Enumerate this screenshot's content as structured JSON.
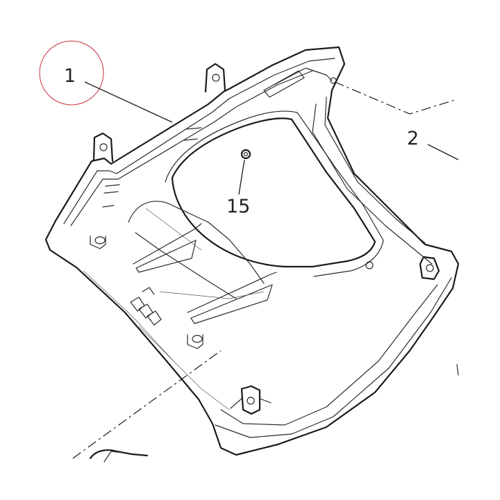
{
  "callouts": [
    {
      "id": "1",
      "label": "1"
    },
    {
      "id": "2",
      "label": "2"
    },
    {
      "id": "15",
      "label": "15"
    }
  ],
  "colors": {
    "line": "#1a1a1a",
    "highlight_circle": "#c0303a",
    "background": "#ffffff"
  }
}
